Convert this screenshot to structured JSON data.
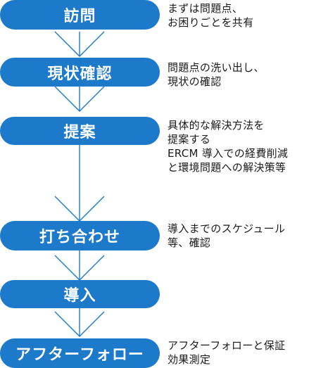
{
  "steps": [
    {
      "label": "訪問",
      "description": "まずは問題点、\nお困りごとを共有"
    },
    {
      "label": "現状確認",
      "description": "問題点の洗い出し、\n現状の確認"
    },
    {
      "label": "提案",
      "description": "具体的な解決方法を\n提案する\nERCM 導入での経費削減\nと環境問題への解決策等"
    },
    {
      "label": "打ち合わせ",
      "description": "導入までのスケジュール\n等、確認"
    },
    {
      "label": "導入",
      "description": ""
    },
    {
      "label": "アフターフォロー",
      "description": "アフターフォローと保証\n効果測定"
    }
  ],
  "colors": {
    "step_bg": "#1d79c9",
    "connector": "#1d79c9"
  }
}
